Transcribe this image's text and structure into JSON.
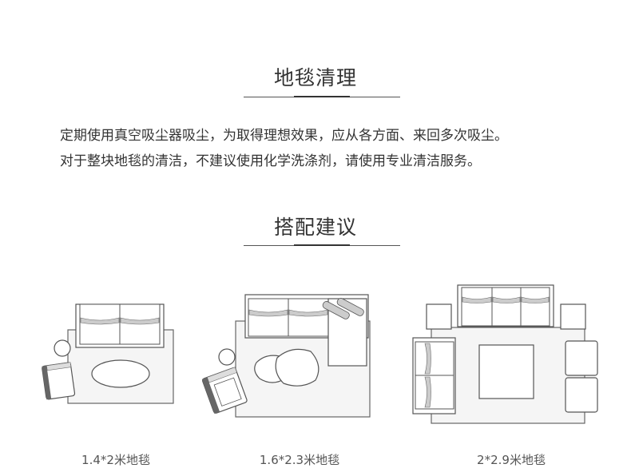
{
  "cleaning": {
    "title": "地毯清理",
    "lines": [
      "定期使用真空吸尘器吸尘，为取得理想效果，应从各方面、来回多次吸尘。",
      "对于整块地毯的清洁，不建议使用化学洗涤剂，请使用专业清洁服务。"
    ]
  },
  "suggestion": {
    "title": "搭配建议",
    "layouts": [
      {
        "caption": "1.4*2米地毯"
      },
      {
        "caption": "1.6*2.3米地毯"
      },
      {
        "caption": "2*2.9米地毯"
      }
    ]
  },
  "colors": {
    "line": "#555555",
    "rug": "#f5f5f5",
    "furniture": "#ffffff"
  }
}
